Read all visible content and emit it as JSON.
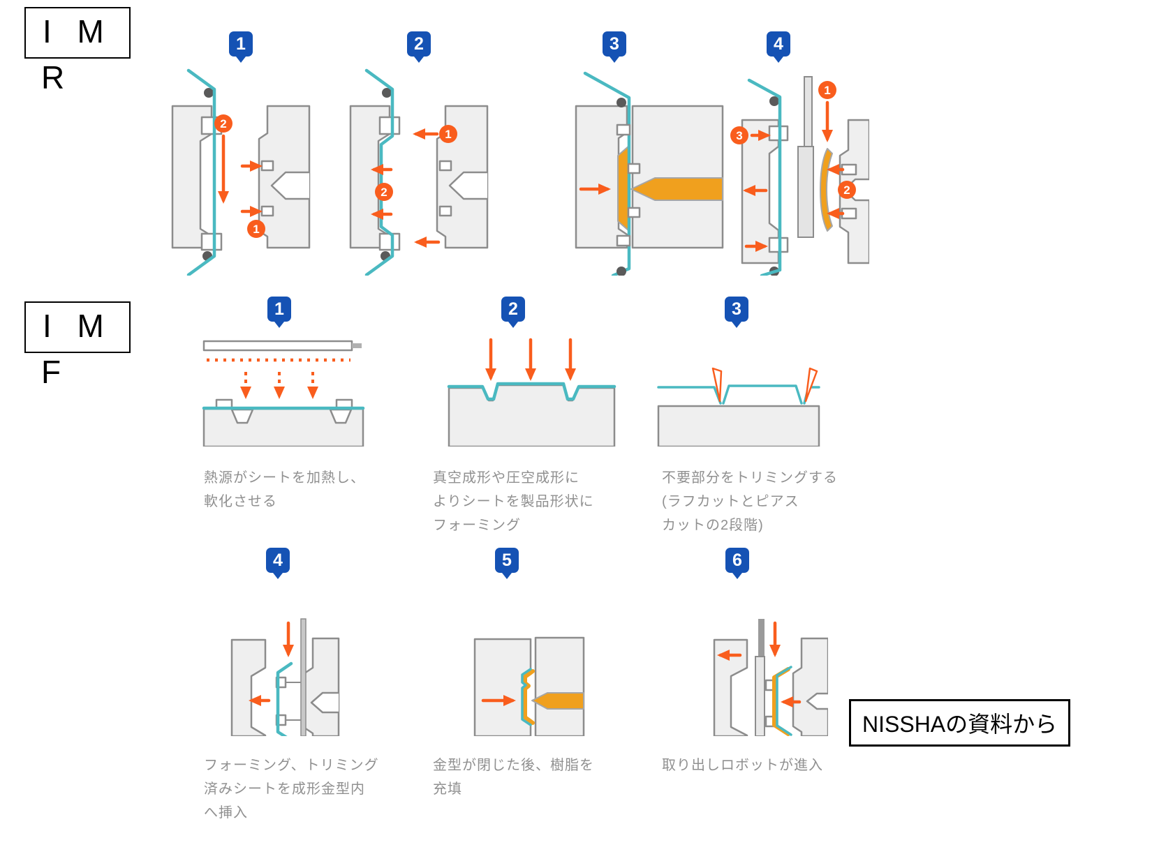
{
  "colors": {
    "badge_blue": "#1552b4",
    "arrow_orange": "#f95d1d",
    "resin_orange": "#f0a01e",
    "foil_teal": "#4ab9c1",
    "mold_gray": "#efefef",
    "caption_gray": "#909090"
  },
  "labels": {
    "imr_line1": "I M",
    "imr_line2": "R",
    "imf_line1": "I M",
    "imf_line2": "F",
    "source_note": "NISSHAの資料から"
  },
  "imr": {
    "steps": [
      {
        "number": "1"
      },
      {
        "number": "2"
      },
      {
        "number": "3"
      },
      {
        "number": "4"
      }
    ],
    "markers": {
      "s1_feed": "2",
      "s1_clamp": "1",
      "s2_clamp": "1",
      "s2_vacuum": "2",
      "s4_robot": "1",
      "s4_eject": "2",
      "s4_open": "3"
    }
  },
  "imf": {
    "steps": [
      {
        "number": "1",
        "caption": "熱源がシートを加熱し、\n軟化させる"
      },
      {
        "number": "2",
        "caption": "真空成形や圧空成形に\nよりシートを製品形状に\nフォーミング"
      },
      {
        "number": "3",
        "caption": "不要部分をトリミングする\n(ラフカットとピアス\nカットの2段階)"
      },
      {
        "number": "4",
        "caption": "フォーミング、トリミング\n済みシートを成形金型内\nへ挿入"
      },
      {
        "number": "5",
        "caption": "金型が閉じた後、樹脂を\n充填"
      },
      {
        "number": "6",
        "caption": "取り出しロボットが進入"
      }
    ]
  }
}
